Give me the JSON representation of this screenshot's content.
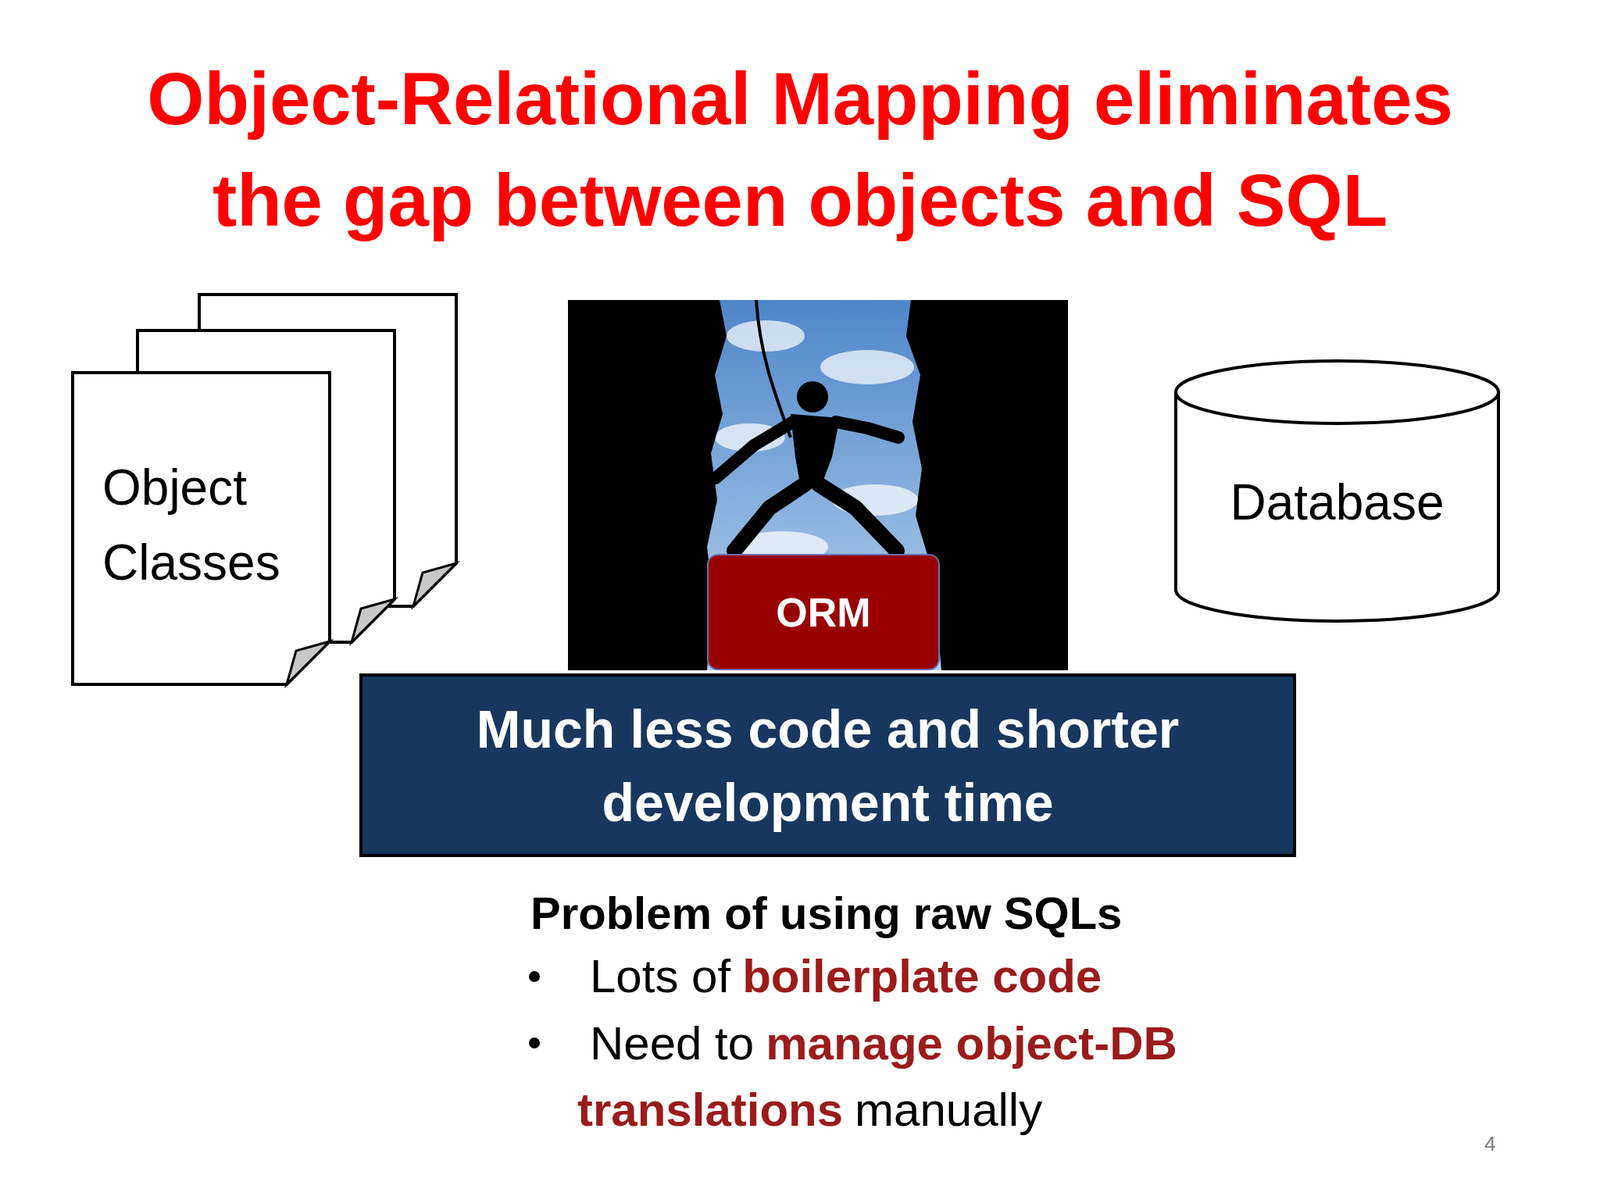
{
  "diagram": {
    "title": "Object-Relational Mapping eliminates the gap between objects and SQL",
    "nodes": [
      {
        "text": [
          "Object Classes"
        ]
      },
      {
        "text": [
          "ORM"
        ]
      },
      {
        "text": [
          "Database"
        ]
      },
      {
        "text": [
          "Much less code and shorter development time"
        ]
      }
    ],
    "labels": [
      "Problem of using raw SQLs",
      "Lots of",
      "boilerplate code",
      "Need to",
      "manage object-DB translations",
      "manually",
      "4"
    ]
  }
}
